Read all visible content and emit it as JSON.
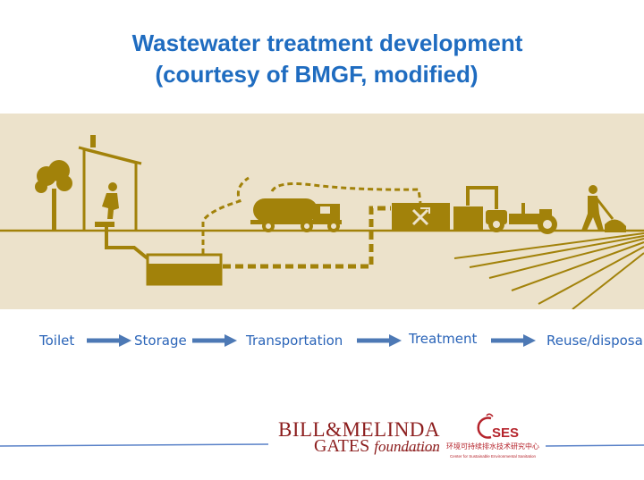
{
  "title": {
    "line1": "Wastewater treatment development",
    "line2": "(courtesy of BMGF, modified)"
  },
  "colors": {
    "title": "#1f6cc0",
    "banner_bg": "#ece2cb",
    "illustration": "#a2820a",
    "steps_text": "#2a64b8",
    "arrow": "#4d79b5",
    "logo_red": "#8c1d1d",
    "footer_line": "#5a82c8"
  },
  "process": {
    "steps": [
      "Toilet",
      "Storage",
      "Transportation",
      "Treatment",
      "Reuse/disposa"
    ]
  },
  "illustration": {
    "icons": [
      "tree-icon",
      "latrine-icon",
      "person-squatting-icon",
      "storage-tank-icon",
      "vacuum-truck-icon",
      "treatment-plant-icon",
      "tractor-icon",
      "farmer-icon",
      "field-icon"
    ]
  },
  "logos": {
    "bmgf_line1": "BILL&MELINDA",
    "bmgf_line2": "GATES",
    "bmgf_line2_script": "foundation",
    "cses_mark": "CSES",
    "cses_cn": "环境可持续排水技术研究中心",
    "cses_en": "Center for Sustainable Environmental Sanitation"
  }
}
